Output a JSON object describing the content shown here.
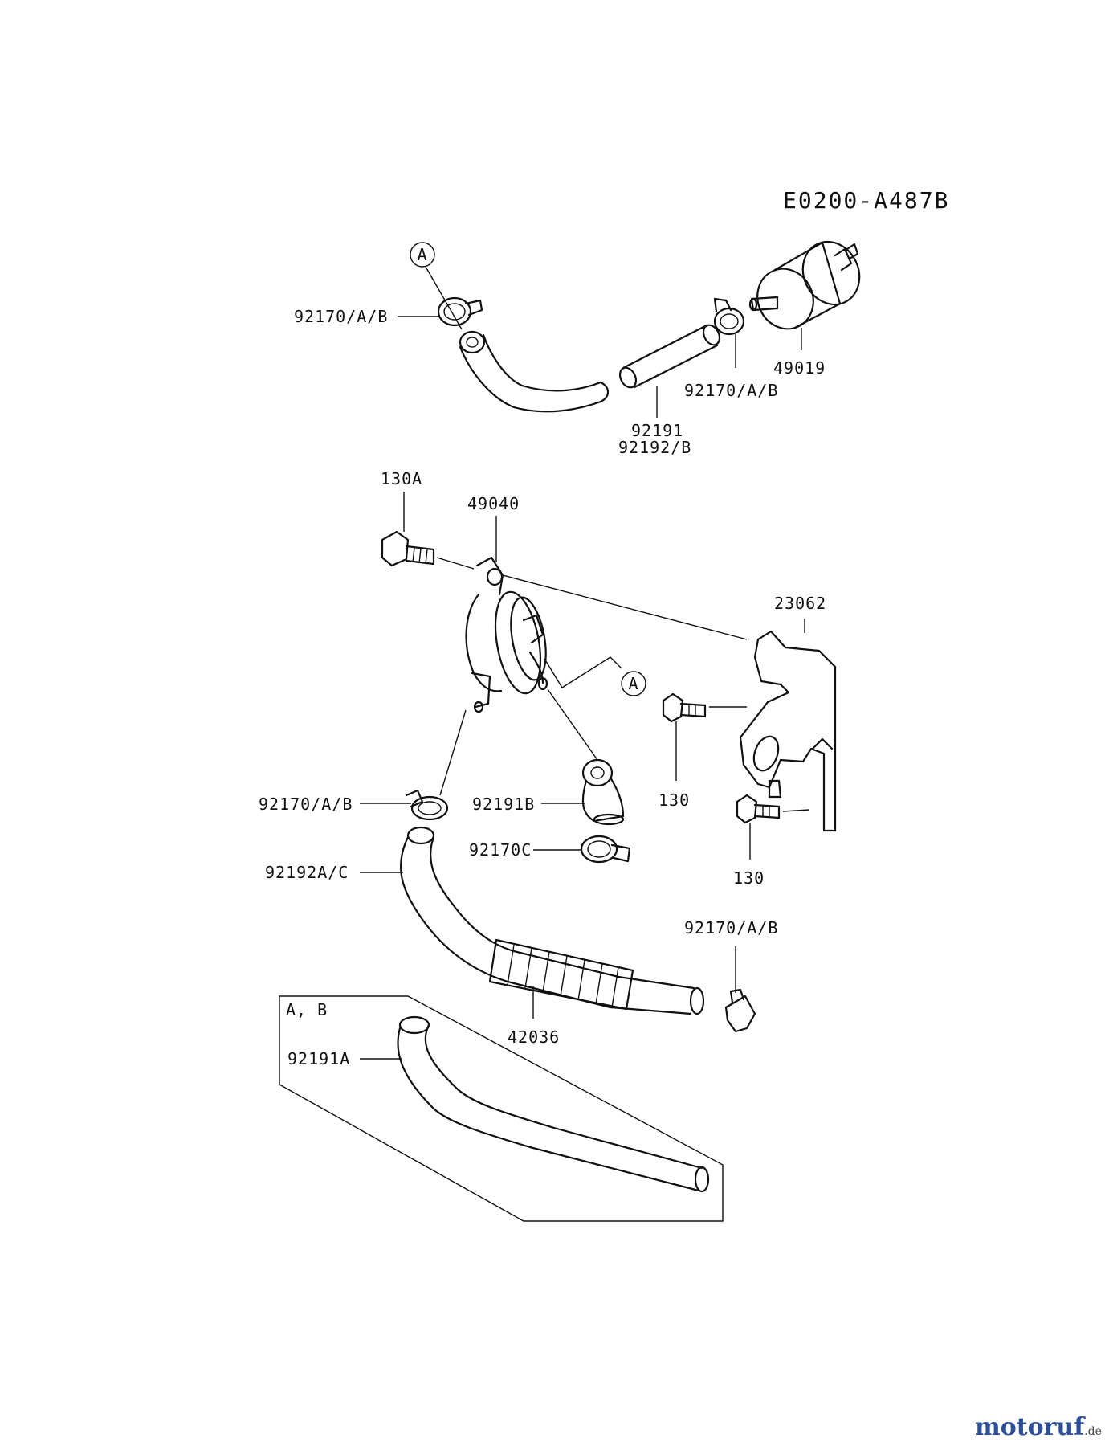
{
  "diagram_code": "E0200-A487B",
  "labels": {
    "clamp_top_left": "92170/A/B",
    "clamp_top_right": "92170/A/B",
    "filter": "49019",
    "hose_top_1": "92191",
    "hose_top_2": "92192/B",
    "bolt_130a": "130A",
    "pump": "49040",
    "bracket": "23062",
    "bolt_130_upper": "130",
    "bolt_130_lower": "130",
    "clamp_mid_left": "92170/A/B",
    "elbow_hose": "92191B",
    "clamp_c": "92170C",
    "hose_mid": "92192A/C",
    "clamp_bottom_right": "92170/A/B",
    "hose_sleeve": "42036",
    "inset_variant": "A, B",
    "inset_hose": "92191A"
  },
  "callouts": {
    "ref_a": "A"
  },
  "watermark": {
    "brand": "motoruf",
    "suffix": ".de"
  }
}
